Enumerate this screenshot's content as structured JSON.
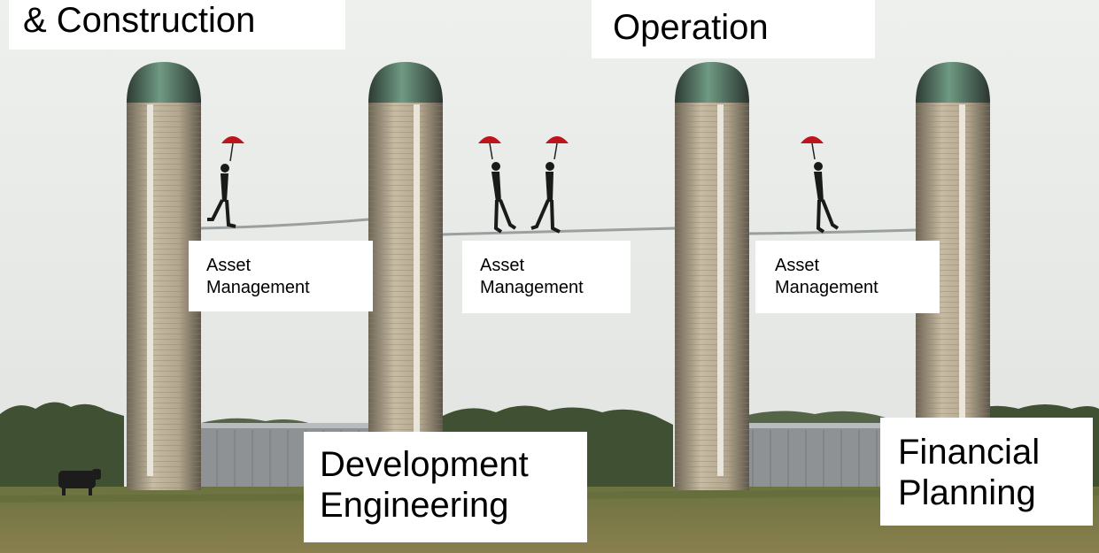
{
  "labels": {
    "construction": "& Construction",
    "operation": "Operation",
    "asset_1": [
      "Asset",
      "Management"
    ],
    "asset_2": [
      "Asset",
      "Management"
    ],
    "asset_3": [
      "Asset",
      "Management"
    ],
    "development": [
      "Development",
      "Engineering"
    ],
    "financial": [
      "Financial",
      "Planning"
    ]
  },
  "colors": {
    "sky": "#e6e8e6",
    "silo_body": "#b8ab93",
    "silo_dome": "#4f6e5c",
    "umbrella": "#c0141c",
    "trees": "#3f5033",
    "field": "#7b7d45"
  }
}
